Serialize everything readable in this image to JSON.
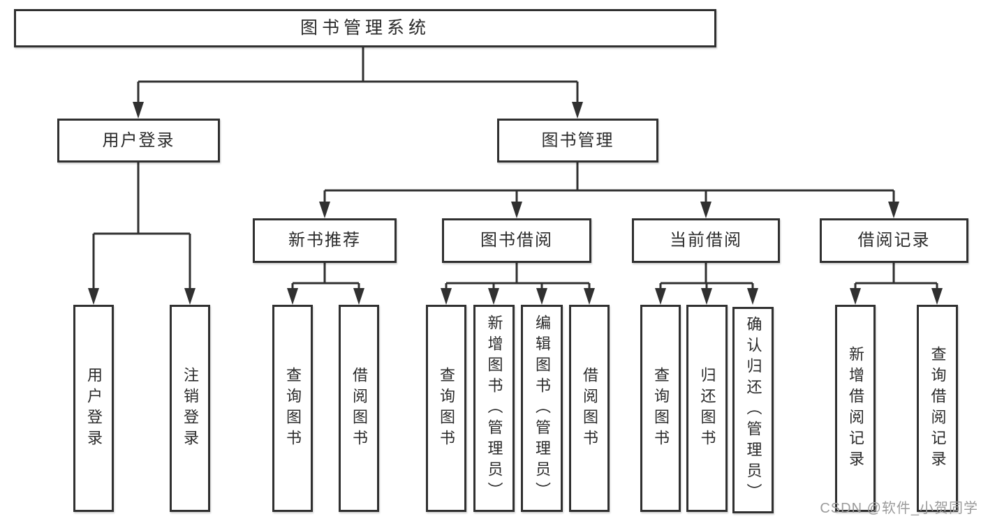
{
  "diagram": {
    "root": {
      "label": "图书管理系统"
    },
    "level2": [
      {
        "label": "用户登录"
      },
      {
        "label": "图书管理"
      }
    ],
    "level3": [
      {
        "label": "新书推荐"
      },
      {
        "label": "图书借阅"
      },
      {
        "label": "当前借阅"
      },
      {
        "label": "借阅记录"
      }
    ],
    "leaves": {
      "user": [
        {
          "label": "用户登录"
        },
        {
          "label": "注销登录"
        }
      ],
      "recommend": [
        {
          "label": "查询图书"
        },
        {
          "label": "借阅图书"
        }
      ],
      "borrow": [
        {
          "label": "查询图书"
        },
        {
          "label": "新增图书（管理员）"
        },
        {
          "label": "编辑图书（管理员）"
        },
        {
          "label": "借阅图书"
        }
      ],
      "current": [
        {
          "label": "查询图书"
        },
        {
          "label": "归还图书"
        },
        {
          "label": "确认归还（管理员）"
        }
      ],
      "records": [
        {
          "label": "新增借阅记录"
        },
        {
          "label": "查询借阅记录"
        }
      ]
    },
    "watermark": "CSDN @软件_小贺同学",
    "colors": {
      "line": "#303030",
      "text": "#2a2a2a",
      "watermark": "#9b9b9b",
      "background": "#ffffff"
    }
  }
}
